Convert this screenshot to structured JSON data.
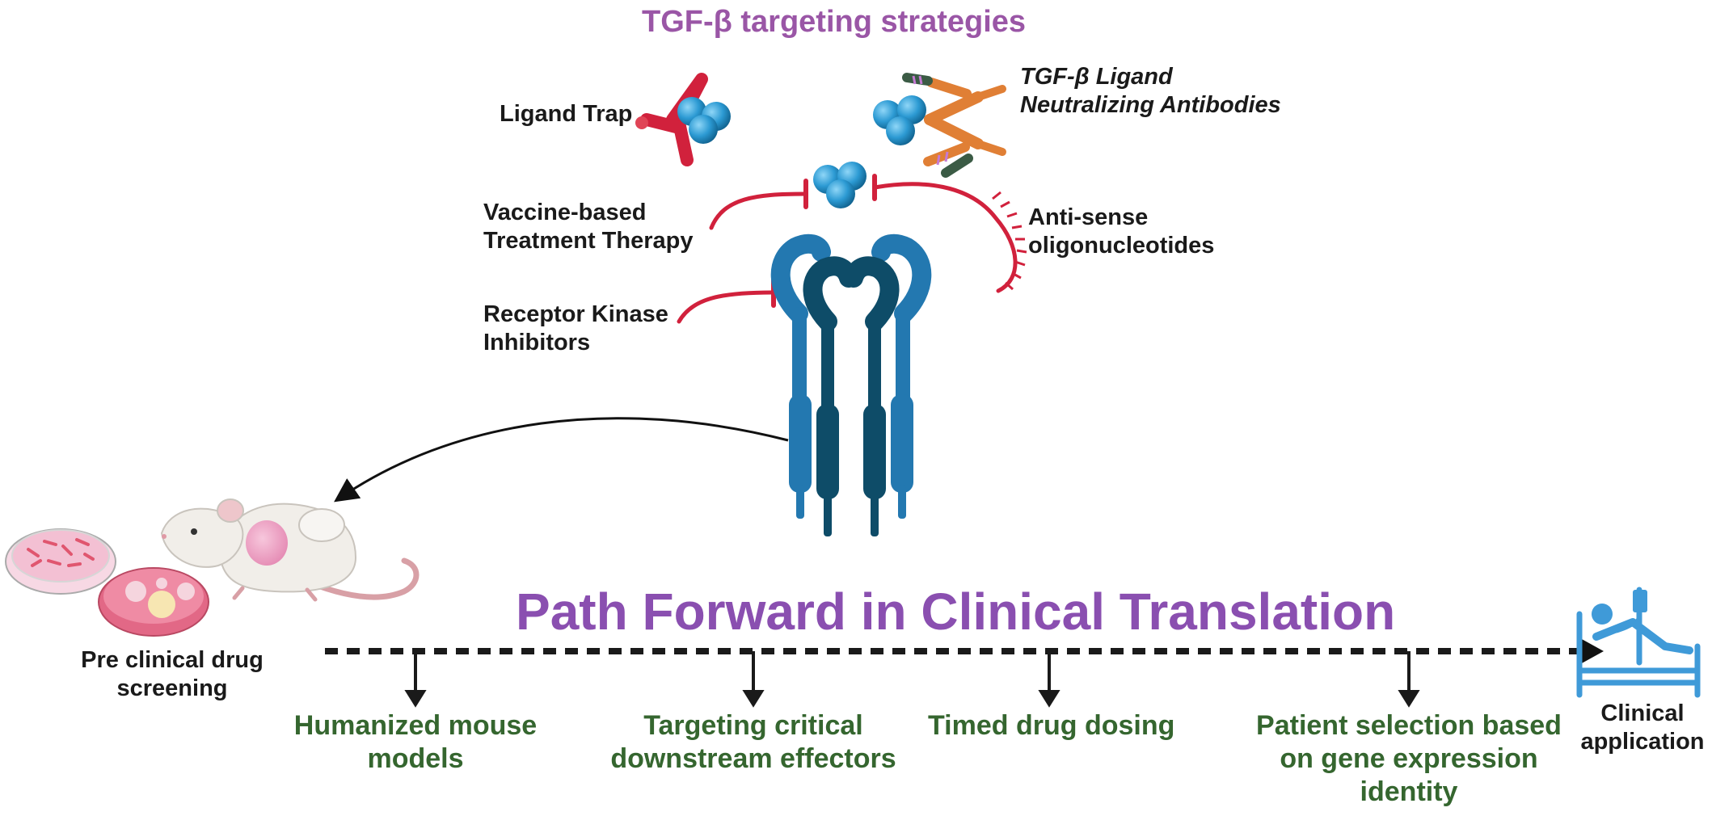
{
  "title": "TGF-β targeting strategies",
  "strategies": {
    "ligand_trap": "Ligand Trap",
    "antibodies": [
      "TGF-β Ligand",
      "Neutralizing Antibodies"
    ],
    "vaccine": [
      "Vaccine-based",
      "Treatment Therapy"
    ],
    "antisense": [
      "Anti-sense",
      "oligonucleotides"
    ],
    "kinase": [
      "Receptor Kinase",
      "Inhibitors"
    ]
  },
  "path_title": "Path Forward in Clinical Translation",
  "preclinical": [
    "Pre clinical drug",
    "screening"
  ],
  "clinical": [
    "Clinical",
    "application"
  ],
  "steps": [
    [
      "Humanized mouse",
      "models"
    ],
    [
      "Targeting critical",
      "downstream effectors"
    ],
    [
      "Timed drug dosing"
    ],
    [
      "Patient selection based",
      "on gene expression",
      "identity"
    ]
  ],
  "colors": {
    "title_purple": "#9a56a6",
    "path_purple": "#8a4fb0",
    "step_green": "#35662f",
    "inhibitor_red": "#d1213c",
    "ligand_blue": "#2c9ad3",
    "receptor_light": "#2378b0",
    "receptor_dark": "#0e4c68",
    "antibody_orange": "#e07f35",
    "hospital_blue": "#3f9ad8"
  },
  "icons": [
    "ligand-trap-icon",
    "antibody-icon",
    "tgf-beta-ligand-icon",
    "receptor-icon",
    "antisense-oligo-icon",
    "mouse-icon",
    "petri-dish-icon",
    "hospital-bed-icon"
  ]
}
